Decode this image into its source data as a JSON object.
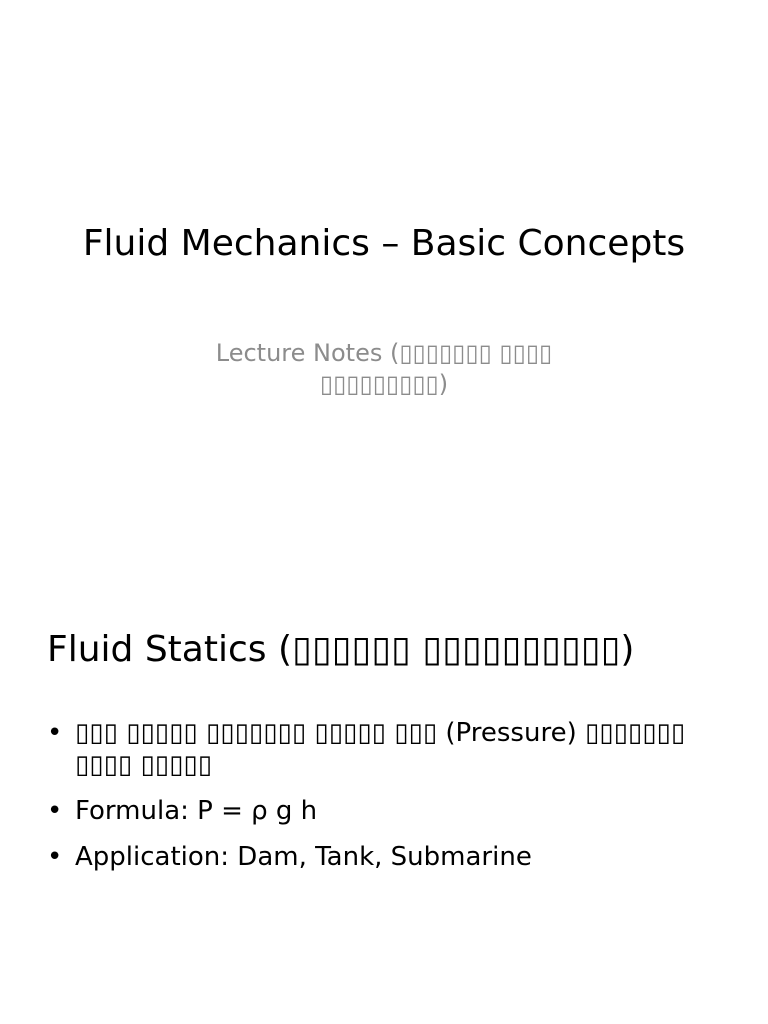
{
  "slide_1": {
    "title": "Fluid Mechanics – Basic Concepts",
    "subtitle": "Lecture Notes (▯▯▯▯▯▯▯ ▯▯▯▯ ▯▯▯▯▯▯▯▯▯)"
  },
  "slide_2": {
    "title": "Fluid Statics (▯▯▯▯▯▯ ▯▯▯▯▯▯▯▯▯▯)",
    "bullets": [
      "▯▯▯ ▯▯▯▯▯ ▯▯▯▯▯▯▯ ▯▯▯▯▯ ▯▯▯ (Pressure) ▯▯▯▯▯▯▯ ▯▯▯▯ ▯▯▯▯▯",
      "Formula: P = ρ g h",
      "Application: Dam, Tank, Submarine"
    ],
    "bullet_symbol": "•"
  }
}
